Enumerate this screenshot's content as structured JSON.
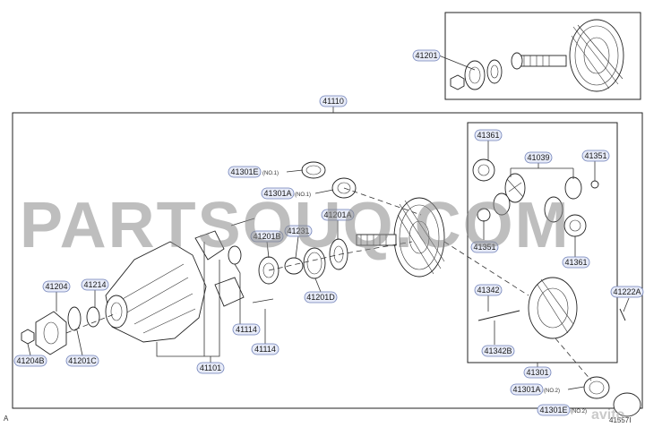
{
  "labels": {
    "l41201": "41201",
    "l41110": "41110",
    "l41361a": "41361",
    "l41039": "41039",
    "l41351a": "41351",
    "l41351b": "41351",
    "l41361b": "41361",
    "l41301e": "41301E",
    "l41301e_note": "(NO.1)",
    "l41301a1": "41301A",
    "l41301a1_note": "(NO.1)",
    "l41201a": "41201A",
    "l41231": "41231",
    "l41201b": "41201B",
    "l41201d": "41201D",
    "l41204": "41204",
    "l41214": "41214",
    "l41204b": "41204B",
    "l41201c": "41201C",
    "l41114a": "41114",
    "l41114b": "41114",
    "l41101": "41101",
    "l41342": "41342",
    "l41342b": "41342B",
    "l41222a": "41222A",
    "l41301": "41301",
    "l41301a2": "41301A",
    "l41301a2_note": "(NO.2)",
    "l41301e2": "41301E",
    "l41301e2_note": "(NO.2)"
  },
  "watermark": {
    "main": "PARTSOUQ.COM",
    "secondary": "avito"
  },
  "figure_number": "41557I",
  "footer_mark": "A"
}
